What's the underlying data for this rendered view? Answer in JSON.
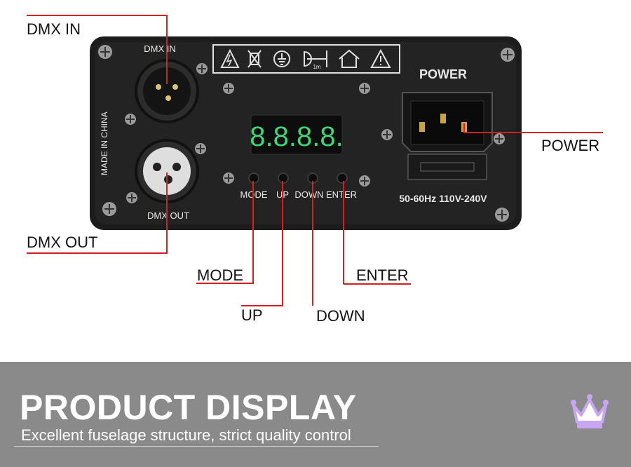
{
  "panel": {
    "dmx_in_label": "DMX IN",
    "dmx_out_label": "DMX OUT",
    "made_in": "MADE IN CHINA",
    "display_digits": "8.8.8.8.",
    "buttons": [
      "MODE",
      "UP",
      "DOWN",
      "ENTER"
    ],
    "power_label": "POWER",
    "voltage": "50-60Hz 110V-240V",
    "hazard_mark": "1m"
  },
  "callouts": {
    "dmx_in": "DMX IN",
    "dmx_out": "DMX OUT",
    "power": "POWER",
    "mode": "MODE",
    "up": "UP",
    "down": "DOWN",
    "enter": "ENTER"
  },
  "banner": {
    "title": "PRODUCT DISPLAY",
    "subtitle": "Excellent fuselage structure, strict quality control",
    "icon": "crown-icon"
  },
  "colors": {
    "leader_line": "#d42020",
    "panel": "#1c1c1c",
    "display_digits": "#3fd67a",
    "banner_bg": "#8a8a8a",
    "crown": "#c9a6f2"
  }
}
